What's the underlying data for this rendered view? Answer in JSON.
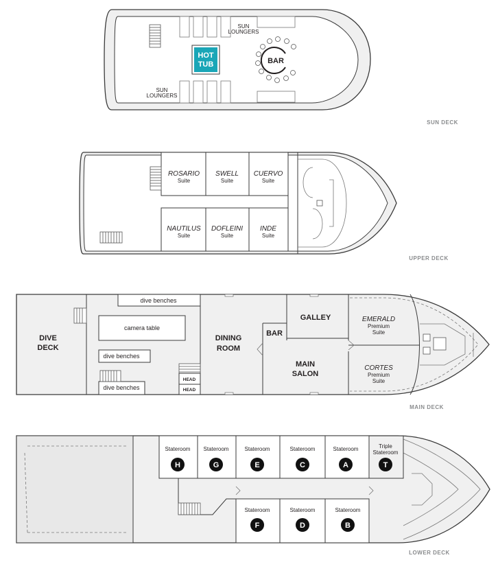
{
  "decks": {
    "sun": {
      "name": "SUN DECK",
      "hot_tub": [
        "HOT",
        "TUB"
      ],
      "bar": "BAR",
      "sun_loungers_top": [
        "SUN",
        "LOUNGERS"
      ],
      "sun_loungers_bottom": [
        "SUN",
        "LOUNGERS"
      ]
    },
    "upper": {
      "name": "UPPER DECK",
      "suites": [
        {
          "name": "ROSARIO",
          "type": "Suite"
        },
        {
          "name": "SWELL",
          "type": "Suite"
        },
        {
          "name": "CUERVO",
          "type": "Suite"
        },
        {
          "name": "NAUTILUS",
          "type": "Suite"
        },
        {
          "name": "DOFLEINI",
          "type": "Suite"
        },
        {
          "name": "INDE",
          "type": "Suite"
        }
      ]
    },
    "main": {
      "name": "MAIN DECK",
      "dive_deck": [
        "DIVE",
        "DECK"
      ],
      "dive_benches_top": "dive benches",
      "camera_table": "camera table",
      "dive_benches_mid": "dive benches",
      "dive_benches_bottom": "dive benches",
      "head_1": "HEAD",
      "head_2": "HEAD",
      "dining_room": [
        "DINING",
        "ROOM"
      ],
      "bar": "BAR",
      "galley": "GALLEY",
      "main_salon": [
        "MAIN",
        "SALON"
      ],
      "emerald": {
        "name": "EMERALD",
        "type1": "Premium",
        "type2": "Suite"
      },
      "cortes": {
        "name": "CORTES",
        "type1": "Premium",
        "type2": "Suite"
      }
    },
    "lower": {
      "name": "LOWER DECK",
      "rooms_top": [
        {
          "label": "Stateroom",
          "letter": "H"
        },
        {
          "label": "Stateroom",
          "letter": "G"
        },
        {
          "label": "Stateroom",
          "letter": "E"
        },
        {
          "label": "Stateroom",
          "letter": "C"
        },
        {
          "label": "Stateroom",
          "letter": "A"
        }
      ],
      "triple": {
        "label1": "Triple",
        "label2": "Stateroom",
        "letter": "T"
      },
      "rooms_bottom": [
        {
          "label": "Stateroom",
          "letter": "F"
        },
        {
          "label": "Stateroom",
          "letter": "D"
        },
        {
          "label": "Stateroom",
          "letter": "B"
        }
      ]
    }
  },
  "colors": {
    "hot_tub": "#1aa6b7",
    "badge": "#111111",
    "deck_label": "#8a8c8e"
  }
}
